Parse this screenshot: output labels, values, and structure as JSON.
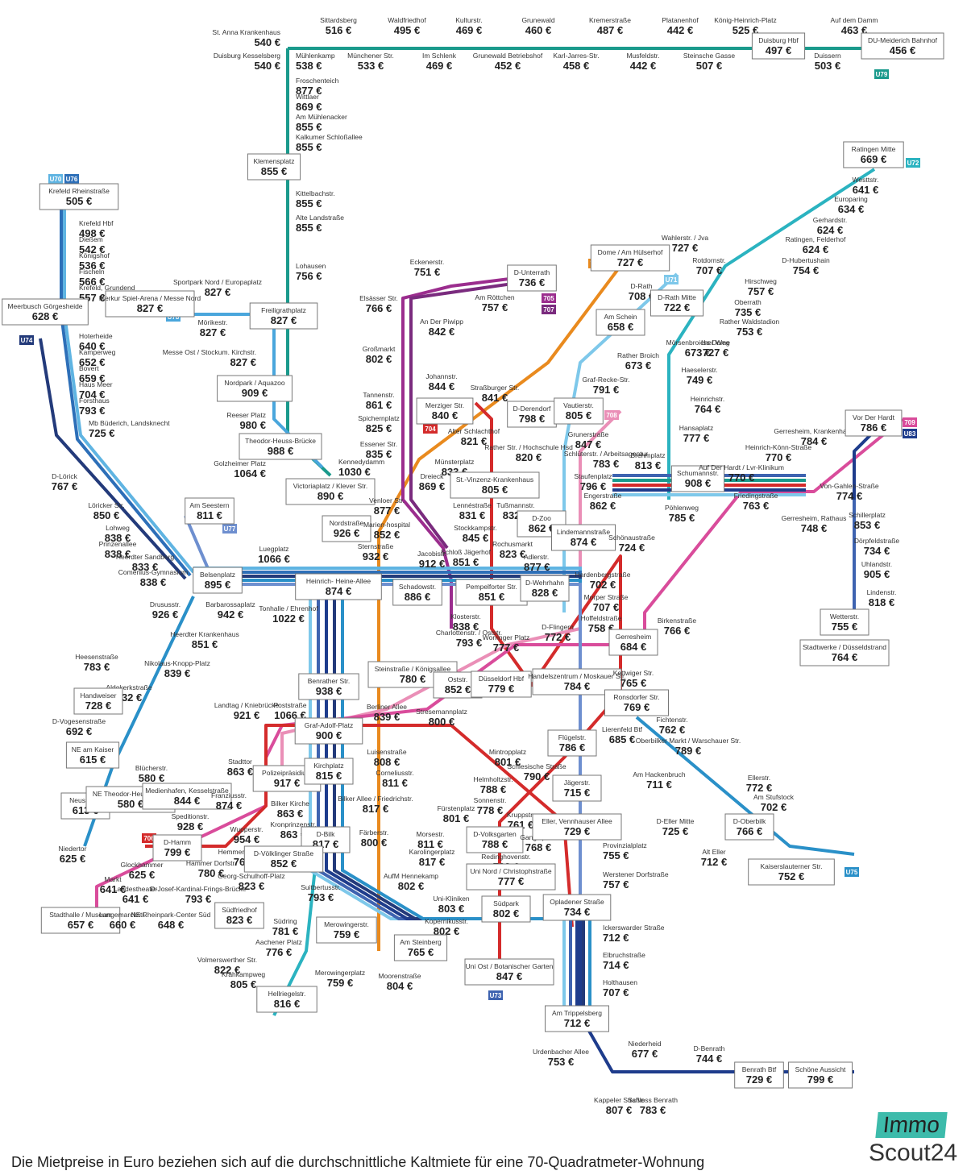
{
  "footer": "Die Mietpreise in Euro beziehen sich auf die durchschnittliche Kaltmiete für eine 70-Quadratmeter-Wohnung",
  "brand": {
    "top": "Immo",
    "bottom": "Scout24"
  },
  "colors": {
    "U79": "#1a9a8c",
    "U72": "#2bb3c0",
    "U70": "#5fb4e2",
    "U76": "#2d6fb8",
    "U74": "#233a7a",
    "U75": "#2a90c8",
    "U77": "#6e8fcf",
    "U71": "#7ec8ea",
    "U73": "#3e63b0",
    "U78": "#4aa6dc",
    "U83": "#1e3c8c",
    "t701": "#e98a1e",
    "t704": "#d42b2b",
    "t705": "#9b2d8e",
    "t707": "#7a2b7e",
    "t708": "#ea8fb7",
    "t709": "#d94c9b",
    "t706": "#d42b2b"
  },
  "badges": [
    {
      "label": "U70",
      "color": "#5fb4e2"
    },
    {
      "label": "U76",
      "color": "#2d6fb8"
    },
    {
      "label": "U74",
      "color": "#233a7a"
    },
    {
      "label": "U78",
      "color": "#4aa6dc"
    },
    {
      "label": "U77",
      "color": "#6e8fcf"
    },
    {
      "label": "U79",
      "color": "#1a9a8c"
    },
    {
      "label": "U72",
      "color": "#2bb3c0"
    },
    {
      "label": "701",
      "color": "#e98a1e"
    },
    {
      "label": "U71",
      "color": "#7ec8ea"
    },
    {
      "label": "705",
      "color": "#9b2d8e"
    },
    {
      "label": "707",
      "color": "#7a2b7e"
    },
    {
      "label": "704",
      "color": "#d42b2b"
    },
    {
      "label": "708",
      "color": "#ea8fb7"
    },
    {
      "label": "709",
      "color": "#d94c9b"
    },
    {
      "label": "U83",
      "color": "#1e3c8c"
    },
    {
      "label": "U73",
      "color": "#3e63b0"
    },
    {
      "label": "U75",
      "color": "#2a90c8"
    },
    {
      "label": "706",
      "color": "#d42b2b"
    }
  ],
  "stations": [
    {
      "name": "St. Anna Krankenhaus",
      "price": "540 €"
    },
    {
      "name": "Duisburg Kesselsberg",
      "price": "540 €"
    },
    {
      "name": "Sittardsberg",
      "price": "516 €"
    },
    {
      "name": "Mühlenkamp",
      "price": "538 €"
    },
    {
      "name": "Münchener Str.",
      "price": "533 €"
    },
    {
      "name": "Waldfriedhof",
      "price": "495 €"
    },
    {
      "name": "Im Schlenk",
      "price": "469 €"
    },
    {
      "name": "Kulturstr.",
      "price": "469 €"
    },
    {
      "name": "Grunewald",
      "price": "460 €"
    },
    {
      "name": "Grunewald Betriebshof",
      "price": "452 €"
    },
    {
      "name": "Karl-Jarres-Str.",
      "price": "458 €"
    },
    {
      "name": "Kremerstraße",
      "price": "487 €"
    },
    {
      "name": "Musfeldstr.",
      "price": "442 €"
    },
    {
      "name": "Platanenhof",
      "price": "442 €"
    },
    {
      "name": "Steinsche Gasse",
      "price": "507 €"
    },
    {
      "name": "König-Heinrich-Platz",
      "price": "525 €"
    },
    {
      "name": "Duisburg Hbf",
      "price": "497 €"
    },
    {
      "name": "Duissern",
      "price": "503 €"
    },
    {
      "name": "Auf dem Damm",
      "price": "463 €"
    },
    {
      "name": "DU-Meiderich Bahnhof",
      "price": "456 €"
    },
    {
      "name": "Froschenteich",
      "price": "877 €"
    },
    {
      "name": "Wittlaer",
      "price": "869 €"
    },
    {
      "name": "Am Mühlenacker",
      "price": "855 €"
    },
    {
      "name": "Kalkumer Schloßallee",
      "price": "855 €"
    },
    {
      "name": "Klemensplatz",
      "price": "855 €"
    },
    {
      "name": "Kittelbachstr.",
      "price": "855 €"
    },
    {
      "name": "Alte Landstraße",
      "price": "855 €"
    },
    {
      "name": "Lohausen",
      "price": "756 €"
    },
    {
      "name": "Freiligrathplatz",
      "price": "827 €"
    },
    {
      "name": "Sportpark Nord / Europaplatz",
      "price": "827 €"
    },
    {
      "name": "Merkur Spiel-Arena / Messe Nord",
      "price": "827 €"
    },
    {
      "name": "Mörikestr.",
      "price": "827 €"
    },
    {
      "name": "Messe Ost / Stockum. Kirchstr.",
      "price": "827 €"
    },
    {
      "name": "Nordpark / Aquazoo",
      "price": "909 €"
    },
    {
      "name": "Reeser Platz",
      "price": "980 €"
    },
    {
      "name": "Theodor-Heuss-Brücke",
      "price": "988 €"
    },
    {
      "name": "Golzheimer Platz",
      "price": "1064 €"
    },
    {
      "name": "Kennedydamm",
      "price": "1030 €"
    },
    {
      "name": "Victoriaplatz / Klever Str.",
      "price": "890 €"
    },
    {
      "name": "Krefeld Rheinstraße",
      "price": "505 €"
    },
    {
      "name": "Krefeld Hbf",
      "price": "498 €"
    },
    {
      "name": "Dießem",
      "price": "542 €"
    },
    {
      "name": "Königshof",
      "price": "536 €"
    },
    {
      "name": "Fischeln",
      "price": "566 €"
    },
    {
      "name": "Krefeld, Grundend",
      "price": "557 €"
    },
    {
      "name": "Meerbusch Görgesheide",
      "price": "628 €"
    },
    {
      "name": "Hoterheide",
      "price": "640 €"
    },
    {
      "name": "Kamperweg",
      "price": "652 €"
    },
    {
      "name": "Bovert",
      "price": "659 €"
    },
    {
      "name": "Haus Meer",
      "price": "704 €"
    },
    {
      "name": "Forsthaus",
      "price": "793 €"
    },
    {
      "name": "Mb Büderich, Landsknecht",
      "price": "725 €"
    },
    {
      "name": "D-Lörick",
      "price": "767 €"
    },
    {
      "name": "Löricker Str.",
      "price": "850 €"
    },
    {
      "name": "Lohweg",
      "price": "838 €"
    },
    {
      "name": "Prinzenallee",
      "price": "838 €"
    },
    {
      "name": "Heerdter Sandberg",
      "price": "833 €"
    },
    {
      "name": "Comenius-Gymnasium",
      "price": "838 €"
    },
    {
      "name": "Am Seestern",
      "price": "811 €"
    },
    {
      "name": "Luegplatz",
      "price": "1066 €"
    },
    {
      "name": "Belsenplatz",
      "price": "895 €"
    },
    {
      "name": "Barbarossaplatz",
      "price": "942 €"
    },
    {
      "name": "Drususstr.",
      "price": "926 €"
    },
    {
      "name": "Heerdter Krankenhaus",
      "price": "851 €"
    },
    {
      "name": "Nikolaus-Knopp-Platz",
      "price": "839 €"
    },
    {
      "name": "Heesenstraße",
      "price": "783 €"
    },
    {
      "name": "Aldekerkstraße",
      "price": "732 €"
    },
    {
      "name": "Handweiser",
      "price": "728 €"
    },
    {
      "name": "D-Vogesenstraße",
      "price": "692 €"
    },
    {
      "name": "NE am Kaiser",
      "price": "615 €"
    },
    {
      "name": "Blücherstr.",
      "price": "580 €"
    },
    {
      "name": "Neuss Hbf",
      "price": "613 €"
    },
    {
      "name": "NE Theodor-Heuss-Platz",
      "price": "580 €"
    },
    {
      "name": "Niedertor",
      "price": "625 €"
    },
    {
      "name": "Glockhammer",
      "price": "625 €"
    },
    {
      "name": "Markt",
      "price": "641 €"
    },
    {
      "name": "Landestheater",
      "price": "641 €"
    },
    {
      "name": "Stadthalle / Museum",
      "price": "657 €"
    },
    {
      "name": "Langemarckstr.",
      "price": "660 €"
    },
    {
      "name": "NE Rheinpark-Center Süd",
      "price": "648 €"
    },
    {
      "name": "Eckenerstr.",
      "price": "751 €"
    },
    {
      "name": "D-Unterrath",
      "price": "736 €"
    },
    {
      "name": "Am Röttchen",
      "price": "757 €"
    },
    {
      "name": "Elsässer Str.",
      "price": "766 €"
    },
    {
      "name": "An Der Piwipp",
      "price": "842 €"
    },
    {
      "name": "Großmarkt",
      "price": "802 €"
    },
    {
      "name": "Johannstr.",
      "price": "844 €"
    },
    {
      "name": "Straßburger Str.",
      "price": "841 €"
    },
    {
      "name": "Tannenstr.",
      "price": "861 €"
    },
    {
      "name": "Merziger Str.",
      "price": "840 €"
    },
    {
      "name": "Spichernplatz",
      "price": "825 €"
    },
    {
      "name": "Alter Schlachthof",
      "price": "821 €"
    },
    {
      "name": "Essener Str.",
      "price": "835 €"
    },
    {
      "name": "D-Derendorf",
      "price": "798 €"
    },
    {
      "name": "Rather Str. / Hochschule Hsd",
      "price": "820 €"
    },
    {
      "name": "Münsterplatz",
      "price": "833 €"
    },
    {
      "name": "Dreieck",
      "price": "869 €"
    },
    {
      "name": "St.-Vinzenz-Krankenhaus",
      "price": "805 €"
    },
    {
      "name": "Venloer Str.",
      "price": "877 €"
    },
    {
      "name": "Nordstraße",
      "price": "926 €"
    },
    {
      "name": "Marien-hospital",
      "price": "852 €"
    },
    {
      "name": "Sternstraße",
      "price": "932 €"
    },
    {
      "name": "Lennéstraße",
      "price": "831 €"
    },
    {
      "name": "Tußmannstr.",
      "price": "832 €"
    },
    {
      "name": "D-Zoo",
      "price": "862 €"
    },
    {
      "name": "Stockkampstr.",
      "price": "845 €"
    },
    {
      "name": "Schloß Jägerhof",
      "price": "851 €"
    },
    {
      "name": "Rochusmarkt",
      "price": "823 €"
    },
    {
      "name": "Jacobistr.",
      "price": "912 €"
    },
    {
      "name": "Adlerstr.",
      "price": "877 €"
    },
    {
      "name": "Heinrich- Heine-Allee",
      "price": "874 €"
    },
    {
      "name": "Schadowstr.",
      "price": "886 €"
    },
    {
      "name": "Pempelforter Str.",
      "price": "851 €"
    },
    {
      "name": "D-Wehrhahn",
      "price": "828 €"
    },
    {
      "name": "Tonhalle / Ehrenhof",
      "price": "1022 €"
    },
    {
      "name": "Klosterstr.",
      "price": "838 €"
    },
    {
      "name": "Charlottenstr. / Oststr.",
      "price": "793 €"
    },
    {
      "name": "Worringer Platz",
      "price": "777 €"
    },
    {
      "name": "Steinstraße / Königsallee",
      "price": "780 €"
    },
    {
      "name": "Oststr.",
      "price": "852 €"
    },
    {
      "name": "Düsseldorf Hbf",
      "price": "779 €"
    },
    {
      "name": "Handelszentrum / Moskauer Str.",
      "price": "784 €"
    },
    {
      "name": "Benrather Str.",
      "price": "938 €"
    },
    {
      "name": "Landtag / Kniebrücke",
      "price": "921 €"
    },
    {
      "name": "Poststraße",
      "price": "1066 €"
    },
    {
      "name": "Graf-Adolf-Platz",
      "price": "900 €"
    },
    {
      "name": "Berliner Allee",
      "price": "839 €"
    },
    {
      "name": "Stresemannplatz",
      "price": "800 €"
    },
    {
      "name": "Stadttor",
      "price": "863 €"
    },
    {
      "name": "Polizeipräsidium",
      "price": "917 €"
    },
    {
      "name": "Kirchplatz",
      "price": "815 €"
    },
    {
      "name": "Luisenstraße",
      "price": "808 €"
    },
    {
      "name": "Corneliusstr.",
      "price": "811 €"
    },
    {
      "name": "Mintropplatz",
      "price": "801 €"
    },
    {
      "name": "Medienhafen, Kesselstraße",
      "price": "844 €"
    },
    {
      "name": "Franziusstr.",
      "price": "874 €"
    },
    {
      "name": "Bilker Kirche",
      "price": "863 €"
    },
    {
      "name": "Bilker Allee / Friedrichstr.",
      "price": "817 €"
    },
    {
      "name": "Helmholtzstr.",
      "price": "788 €"
    },
    {
      "name": "Sonnenstr.",
      "price": "778 €"
    },
    {
      "name": "Speditionstr.",
      "price": "928 €"
    },
    {
      "name": "Wupperstr.",
      "price": "954 €"
    },
    {
      "name": "Kronprinzenstr.",
      "price": "863 €"
    },
    {
      "name": "D-Bilk",
      "price": "817 €"
    },
    {
      "name": "Färberstr.",
      "price": "800 €"
    },
    {
      "name": "Morsestr.",
      "price": "811 €"
    },
    {
      "name": "Fürstenplatz",
      "price": "801 €"
    },
    {
      "name": "Kruppstr.",
      "price": "761 €"
    },
    {
      "name": "D-Volksgarten",
      "price": "788 €"
    },
    {
      "name": "Gangelplatz",
      "price": "768 €"
    },
    {
      "name": "D-Hamm",
      "price": "799 €"
    },
    {
      "name": "Hammer Dorfstr.",
      "price": "780 €"
    },
    {
      "name": "Hemmersbachweg",
      "price": "760 €"
    },
    {
      "name": "D-Völklinger Straße",
      "price": "852 €"
    },
    {
      "name": "Karolingerplatz",
      "price": "817 €"
    },
    {
      "name": "Redinghovenstr.",
      "price": "788 €"
    },
    {
      "name": "D-Josef-Kardinal-Frings-Brücke",
      "price": "793 €"
    },
    {
      "name": "Georg-Schulhoff-Platz",
      "price": "823 €"
    },
    {
      "name": "Südfriedhof",
      "price": "823 €"
    },
    {
      "name": "Suitbertusstr.",
      "price": "793 €"
    },
    {
      "name": "AufM Hennekamp",
      "price": "802 €"
    },
    {
      "name": "Uni Nord / Christophstraße",
      "price": "777 €"
    },
    {
      "name": "Uni-Kliniken",
      "price": "803 €"
    },
    {
      "name": "Südpark",
      "price": "802 €"
    },
    {
      "name": "Kopernikusstr.",
      "price": "802 €"
    },
    {
      "name": "Südring",
      "price": "781 €"
    },
    {
      "name": "Aachener Platz",
      "price": "776 €"
    },
    {
      "name": "Merowingerstr.",
      "price": "759 €"
    },
    {
      "name": "Am Steinberg",
      "price": "765 €"
    },
    {
      "name": "Volmerswerther Str.",
      "price": "822 €"
    },
    {
      "name": "Krahkampweg",
      "price": "805 €"
    },
    {
      "name": "Merowingerplatz",
      "price": "759 €"
    },
    {
      "name": "Moorenstraße",
      "price": "804 €"
    },
    {
      "name": "Uni Ost / Botanischer Garten",
      "price": "847 €"
    },
    {
      "name": "Hellriegelstr.",
      "price": "816 €"
    },
    {
      "name": "Ratingen Mitte",
      "price": "669 €"
    },
    {
      "name": "Westtstr.",
      "price": "641 €"
    },
    {
      "name": "Europaring",
      "price": "634 €"
    },
    {
      "name": "Gerhardstr.",
      "price": "624 €"
    },
    {
      "name": "Ratingen, Felderhof",
      "price": "624 €"
    },
    {
      "name": "D-Hubertushain",
      "price": "754 €"
    },
    {
      "name": "Hirschweg",
      "price": "757 €"
    },
    {
      "name": "Oberrath",
      "price": "735 €"
    },
    {
      "name": "Rather Waldstadion",
      "price": "753 €"
    },
    {
      "name": "Iss Dome",
      "price": "727 €"
    },
    {
      "name": "Dome / Am Hülserhof",
      "price": "727 €"
    },
    {
      "name": "Wahlerstr. / Jva",
      "price": "727 €"
    },
    {
      "name": "Rotdornstr.",
      "price": "707 €"
    },
    {
      "name": "D-Rath",
      "price": "708 €"
    },
    {
      "name": "D-Rath Mitte",
      "price": "722 €"
    },
    {
      "name": "Am Schein",
      "price": "658 €"
    },
    {
      "name": "Rather Broich",
      "price": "673 €"
    },
    {
      "name": "Mörsenbroicher Weg",
      "price": "673 €"
    },
    {
      "name": "Haeselerstr.",
      "price": "749 €"
    },
    {
      "name": "Graf-Recke-Str.",
      "price": "791 €"
    },
    {
      "name": "Heinrichstr.",
      "price": "764 €"
    },
    {
      "name": "Vautierstr.",
      "price": "805 €"
    },
    {
      "name": "Hansaplatz",
      "price": "777 €"
    },
    {
      "name": "Grunerstraße",
      "price": "847 €"
    },
    {
      "name": "Schlüterstr. / Arbeitsagentur",
      "price": "783 €"
    },
    {
      "name": "Brehmplatz",
      "price": "813 €"
    },
    {
      "name": "Staufenplatz",
      "price": "796 €"
    },
    {
      "name": "Schumannstr.",
      "price": "908 €"
    },
    {
      "name": "Engerstraße",
      "price": "862 €"
    },
    {
      "name": "Pöhlenweg",
      "price": "785 €"
    },
    {
      "name": "Auf Der Hardt / Lvr-Klinikum",
      "price": "770 €"
    },
    {
      "name": "Heinrich-Könn-Straße",
      "price": "770 €"
    },
    {
      "name": "Gerresheim, Krankenhaus",
      "price": "784 €"
    },
    {
      "name": "Vor Der Hardt",
      "price": "786 €"
    },
    {
      "name": "Friedingstraße",
      "price": "763 €"
    },
    {
      "name": "Von-Gahlen-Straße",
      "price": "774 €"
    },
    {
      "name": "Gerresheim, Rathaus",
      "price": "748 €"
    },
    {
      "name": "Schillerplatz",
      "price": "853 €"
    },
    {
      "name": "Lindemannstraße",
      "price": "874 €"
    },
    {
      "name": "Schönaustraße",
      "price": "724 €"
    },
    {
      "name": "Dörpfeldstraße",
      "price": "734 €"
    },
    {
      "name": "Uhlandstr.",
      "price": "905 €"
    },
    {
      "name": "Hardenbergstraße",
      "price": "702 €"
    },
    {
      "name": "Lindenstr.",
      "price": "818 €"
    },
    {
      "name": "Morper Straße",
      "price": "707 €"
    },
    {
      "name": "Wetterstr.",
      "price": "755 €"
    },
    {
      "name": "Hoffeldstraße",
      "price": "758 €"
    },
    {
      "name": "Birkenstraße",
      "price": "766 €"
    },
    {
      "name": "D-Flingern",
      "price": "772 €"
    },
    {
      "name": "Gerresheim",
      "price": "684 €"
    },
    {
      "name": "Stadtwerke / Düsseldstrand",
      "price": "764 €"
    },
    {
      "name": "Kettwiger Str.",
      "price": "765 €"
    },
    {
      "name": "Ronsdorfer Str.",
      "price": "769 €"
    },
    {
      "name": "Fichtenstr.",
      "price": "762 €"
    },
    {
      "name": "Lierenfeld Btf",
      "price": "685 €"
    },
    {
      "name": "Oberbilker Markt / Warschauer Str.",
      "price": "789 €"
    },
    {
      "name": "Flügelstr.",
      "price": "786 €"
    },
    {
      "name": "Schlesische Straße",
      "price": "790 €"
    },
    {
      "name": "Am Hackenbruch",
      "price": "711 €"
    },
    {
      "name": "Ellerstr.",
      "price": "772 €"
    },
    {
      "name": "Jägerstr.",
      "price": "715 €"
    },
    {
      "name": "Am Stufstock",
      "price": "702 €"
    },
    {
      "name": "D-Eller Mitte",
      "price": "725 €"
    },
    {
      "name": "D-Oberbilk",
      "price": "766 €"
    },
    {
      "name": "Alt Eller",
      "price": "712 €"
    },
    {
      "name": "Eller, Vennhauser Allee",
      "price": "729 €"
    },
    {
      "name": "Kaiserslauterner Str.",
      "price": "752 €"
    },
    {
      "name": "Provinzialplatz",
      "price": "755 €"
    },
    {
      "name": "Werstener Dorfstraße",
      "price": "757 €"
    },
    {
      "name": "Opladener Straße",
      "price": "734 €"
    },
    {
      "name": "Ickerswarder Straße",
      "price": "712 €"
    },
    {
      "name": "Elbruchstraße",
      "price": "714 €"
    },
    {
      "name": "Holthausen",
      "price": "707 €"
    },
    {
      "name": "Am Trippelsberg",
      "price": "712 €"
    },
    {
      "name": "Niederheid",
      "price": "677 €"
    },
    {
      "name": "Urdenbacher Allee",
      "price": "753 €"
    },
    {
      "name": "D-Benrath",
      "price": "744 €"
    },
    {
      "name": "Benrath Btf",
      "price": "729 €"
    },
    {
      "name": "Schöne Aussicht",
      "price": "799 €"
    },
    {
      "name": "Kappeler Straße",
      "price": "807 €"
    },
    {
      "name": "Schloss Benrath",
      "price": "783 €"
    }
  ]
}
